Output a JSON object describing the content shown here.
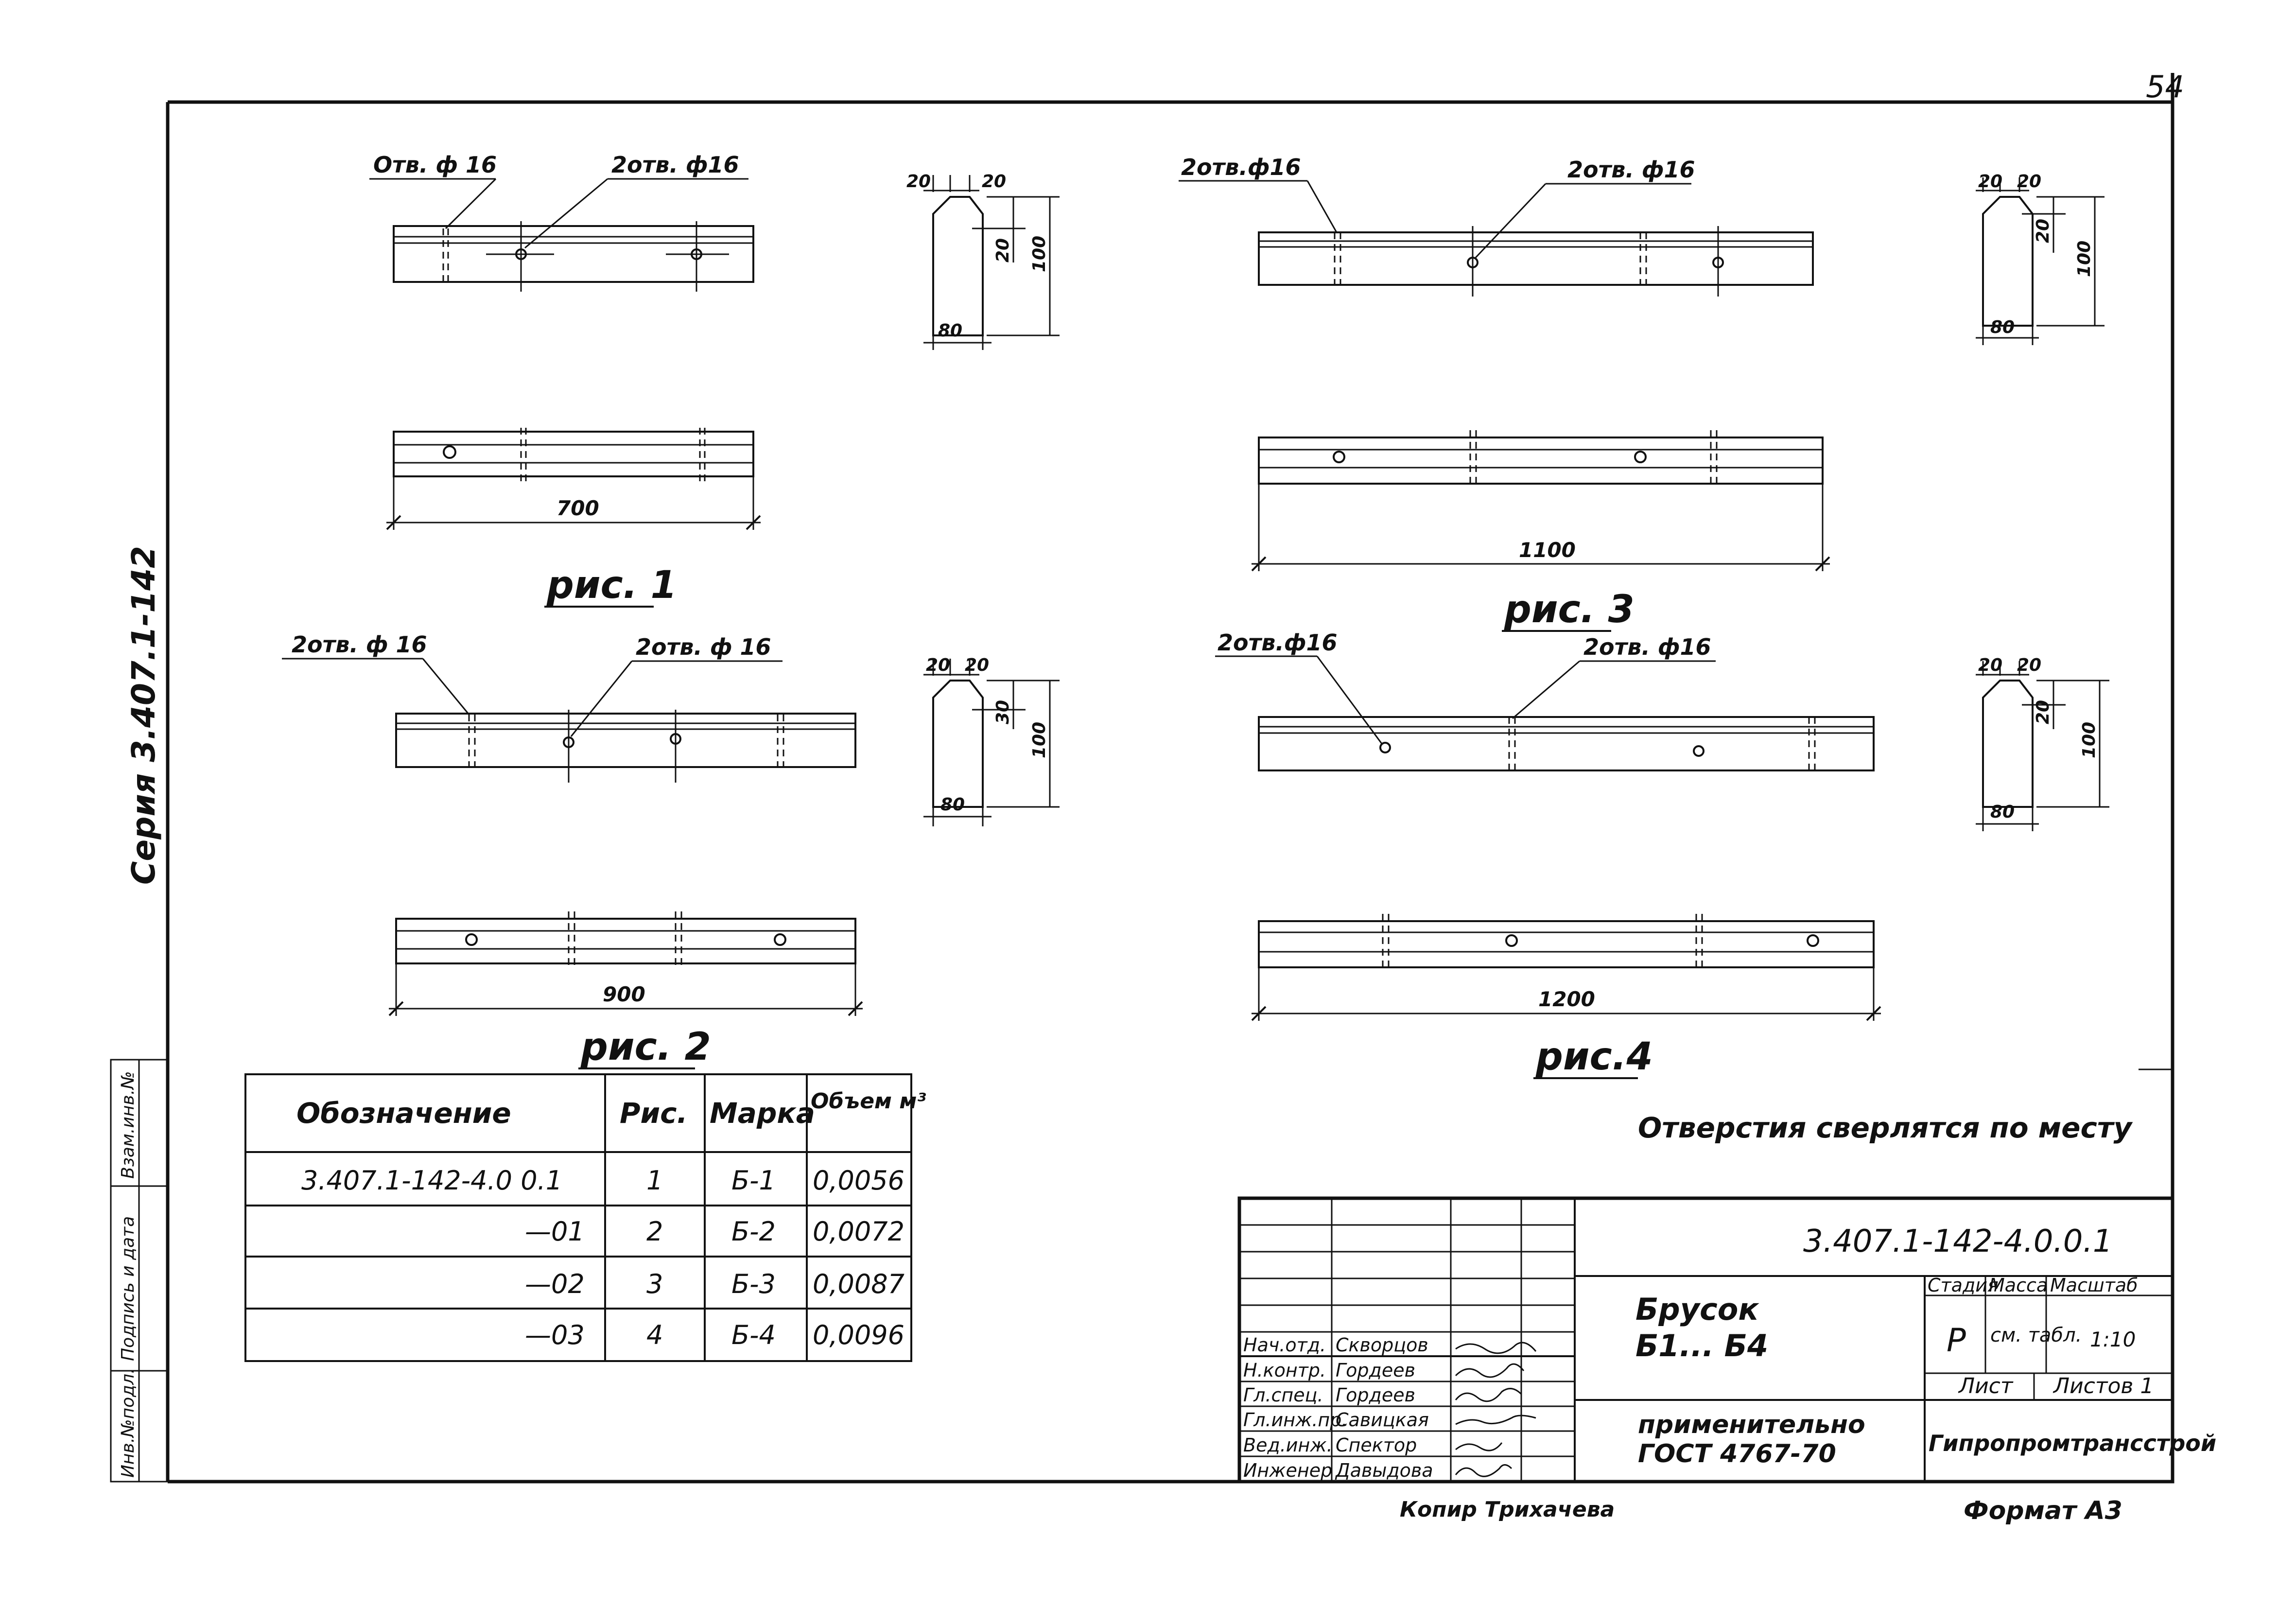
{
  "sheet": {
    "page_number": "54",
    "series": "Серия 3.407.1-142",
    "side_stamp": [
      "Инв.№подл.",
      "Подпись и дата",
      "Взам.инв.№"
    ],
    "note": "Отверстия сверлятся по месту",
    "copied_by": "Копир Трихачева",
    "format": "Формат А3"
  },
  "figures": [
    {
      "caption": "рис. 1",
      "length": "700",
      "hole_label_left": "Отв. ф 16",
      "hole_label_right": "2отв. ф16",
      "section": {
        "w1": "20",
        "w2": "20",
        "h_chamfer": "20",
        "h_total": "100",
        "base": "80"
      }
    },
    {
      "caption": "рис. 2",
      "length": "900",
      "hole_label_left": "2отв. ф 16",
      "hole_label_right": "2отв. ф 16",
      "section": {
        "w1": "20",
        "w2": "20",
        "h_chamfer": "30",
        "h_total": "100",
        "base": "80"
      }
    },
    {
      "caption": "рис. 3",
      "length": "1100",
      "hole_label_left": "2отв.ф16",
      "hole_label_right": "2отв. ф16",
      "section": {
        "w1": "20",
        "w2": "20",
        "h_chamfer": "20",
        "h_total": "100",
        "base": "80"
      }
    },
    {
      "caption": "рис.4",
      "length": "1200",
      "hole_label_left": "2отв.ф16",
      "hole_label_right": "2отв. ф16",
      "section": {
        "w1": "20",
        "w2": "20",
        "h_chamfer": "20",
        "h_total": "100",
        "base": "80"
      }
    }
  ],
  "spec_table": {
    "headers": [
      "Обозначение",
      "Рис.",
      "Марка",
      "Объем м³"
    ],
    "rows": [
      [
        "3.407.1-142-4.0 0.1",
        "1",
        "Б-1",
        "0,0056"
      ],
      [
        "—01",
        "2",
        "Б-2",
        "0,0072"
      ],
      [
        "—02",
        "3",
        "Б-3",
        "0,0087"
      ],
      [
        "—03",
        "4",
        "Б-4",
        "0,0096"
      ]
    ]
  },
  "title_block": {
    "designation": "3.407.1-142-4.0.0.1",
    "name_line1": "Брусок",
    "name_line2": "Б1... Б4",
    "applies_line1": "применительно",
    "applies_line2": "ГОСТ 4767-70",
    "stage_header": "Стадия",
    "mass_header": "Масса",
    "scale_header": "Масштаб",
    "stage": "Р",
    "mass": "см. табл.",
    "scale": "1:10",
    "sheet_header": "Лист",
    "sheets_header": "Листов 1",
    "organization": "Гипропромтрансстрой",
    "staff": [
      {
        "role": "Нач.отд.",
        "name": "Скворцов"
      },
      {
        "role": "Н.контр.",
        "name": "Гордеев"
      },
      {
        "role": "Гл.спец.",
        "name": "Гордеев"
      },
      {
        "role": "Гл.инж.пр.",
        "name": "Савицкая"
      },
      {
        "role": "Вед.инж.",
        "name": "Спектор"
      },
      {
        "role": "Инженер",
        "name": "Давыдова"
      }
    ]
  }
}
